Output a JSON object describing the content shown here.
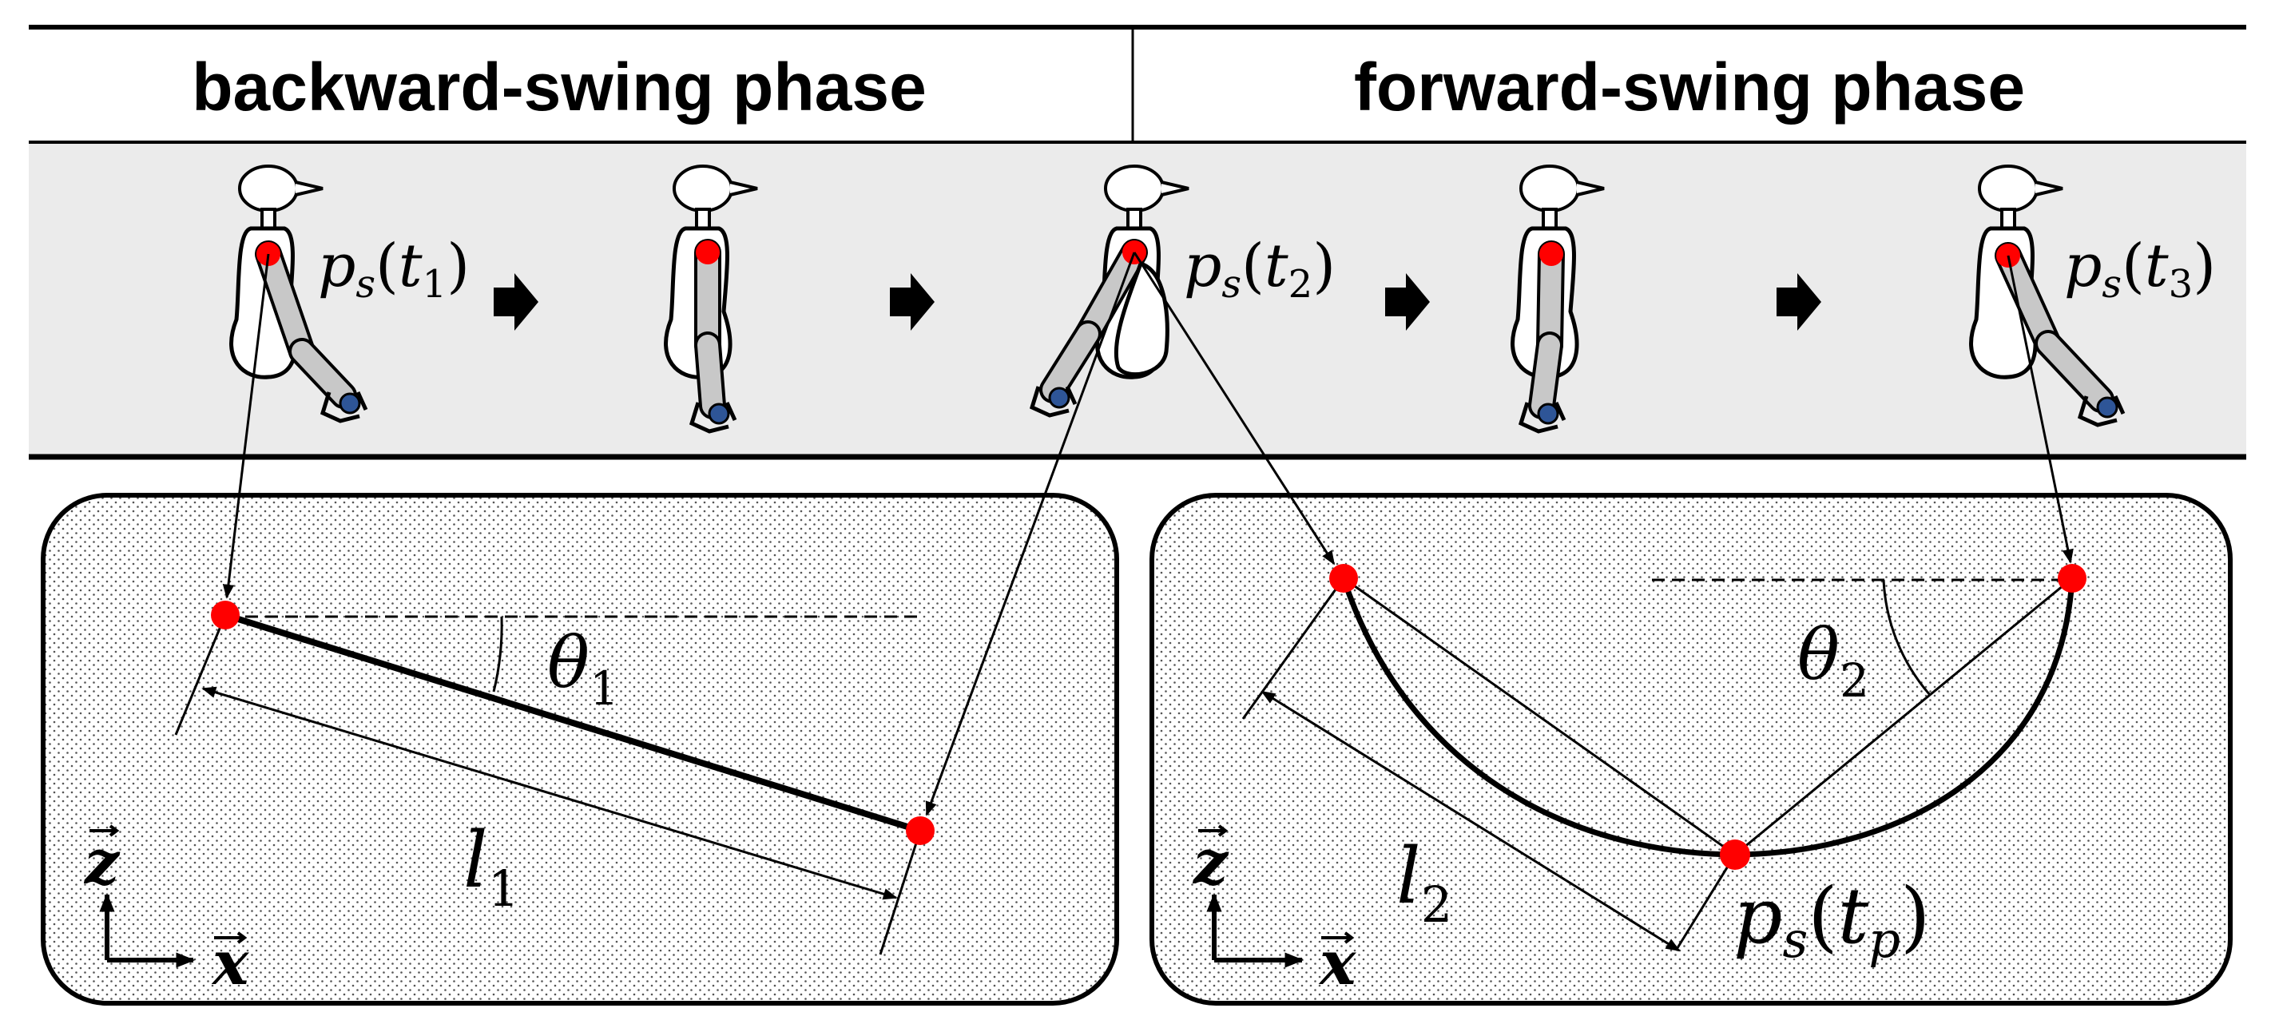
{
  "headers": {
    "left": "backward-swing phase",
    "right": "forward-swing phase"
  },
  "labels": {
    "ps_t1": {
      "base": "p",
      "sub": "s",
      "arg": "t",
      "argsub": "1"
    },
    "ps_t2": {
      "base": "p",
      "sub": "s",
      "arg": "t",
      "argsub": "2"
    },
    "ps_t3": {
      "base": "p",
      "sub": "s",
      "arg": "t",
      "argsub": "3"
    },
    "ps_tp": {
      "base": "p",
      "sub": "s",
      "arg": "t",
      "argsub": "p"
    },
    "theta1": {
      "base": "θ",
      "sub": "1"
    },
    "theta2": {
      "base": "θ",
      "sub": "2"
    },
    "l1": {
      "base": "l",
      "sub": "1"
    },
    "l2": {
      "base": "l",
      "sub": "2"
    },
    "axis_z": "z",
    "axis_x": "x"
  },
  "colors": {
    "point": "#ff0000",
    "ball": "#2e5597",
    "band": "#ebebeb",
    "arm": "#c8c8c8"
  }
}
